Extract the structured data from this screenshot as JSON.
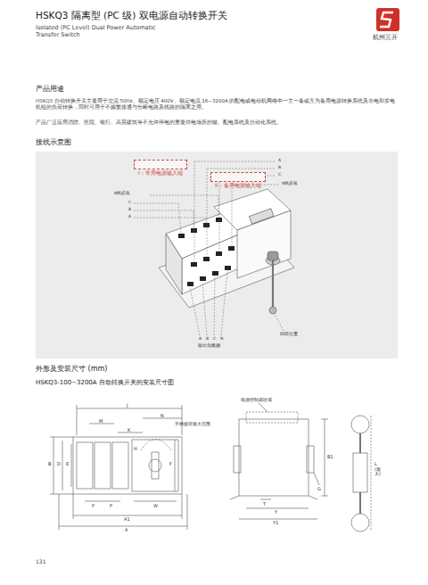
{
  "diagram": {
    "title": "HSKQ3 隔离型 (PC 级) 双电源自动转换开关",
    "nodes": [
      {
        "text": [
          "I：常用电源输入端"
        ]
      },
      {
        "text": [
          "II：备用电源输入端"
        ]
      }
    ],
    "labels": [
      "Isolated (PC Level) Dual Power Automatic Transfer Switch",
      "杭州三开",
      "产品用途",
      "HSKQ3 自动转换开关主要用于交流 50Hz、额定电压 400V、额定电流 16~3200A 的配电或电动机网络中一主一备或互为备用电源转换系统及市电和发电机组的负荷转换，同时可用于不频繁接通与分断电路及线路的隔离之用。",
      "产品广泛应用消防、医院、银行、高层建筑等不允许停电的重要供电场所的输、配电系统及自动化系统。",
      "接线示意图",
      "N线必装",
      "C",
      "B",
      "A",
      "A",
      "B",
      "C",
      "N线必装",
      "A",
      "B",
      "C",
      "N",
      "输出负载侧",
      "回转位置",
      "外形及安装尺寸 (mm)",
      "HSKQ3-100~3200A 自动转换开关的安装尺寸图",
      "J",
      "N",
      "M",
      "K",
      "手柄旋转最大范围",
      "H",
      "B",
      "D",
      "E",
      "F",
      "P",
      "P",
      "W",
      "A1",
      "A",
      "电源控制器区域",
      "T",
      "Y",
      "Y1",
      "B1",
      "G",
      "L(最大)",
      "131"
    ]
  }
}
